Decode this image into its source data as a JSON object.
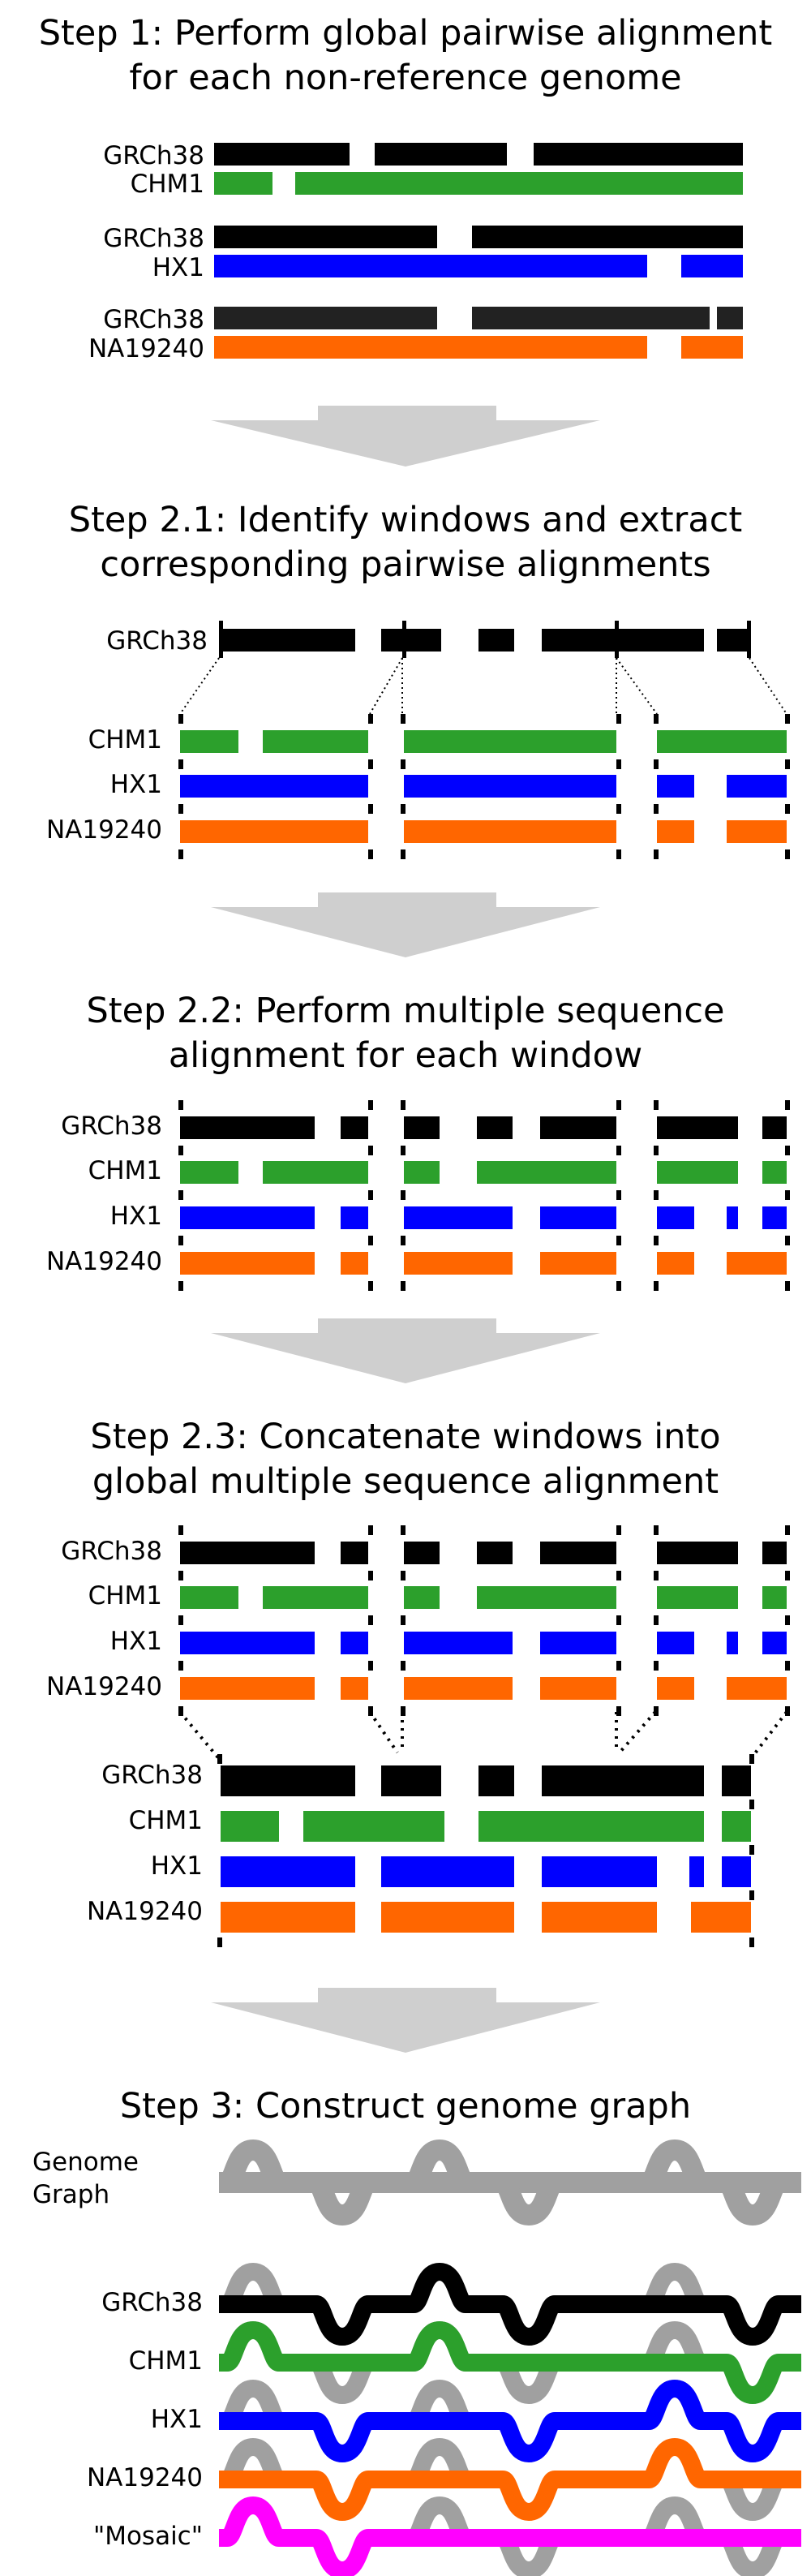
{
  "colors": {
    "GRCh38": "#000000",
    "CHM1": "#2ca02c",
    "HX1": "#0000ff",
    "NA19240": "#ff6600",
    "Mosaic": "#ff00ff",
    "graph": "#a0a0a0",
    "arrow": "#cfcfcf"
  },
  "step1": {
    "title_line1": "Step 1: Perform global pairwise alignment",
    "title_line2": "for each non-reference genome",
    "pairs": [
      {
        "ref": "GRCh38",
        "alt": "CHM1"
      },
      {
        "ref": "GRCh38",
        "alt": "HX1"
      },
      {
        "ref": "GRCh38",
        "alt": "NA19240"
      }
    ]
  },
  "step21": {
    "title_line1": "Step 2.1: Identify windows and extract",
    "title_line2": "corresponding pairwise alignments",
    "ref_label": "GRCh38",
    "labels": [
      "CHM1",
      "HX1",
      "NA19240"
    ]
  },
  "step22": {
    "title_line1": "Step 2.2: Perform multiple sequence",
    "title_line2": "alignment for each window",
    "labels": [
      "GRCh38",
      "CHM1",
      "HX1",
      "NA19240"
    ]
  },
  "step23": {
    "title_line1": "Step 2.3: Concatenate windows into",
    "title_line2": "global multiple sequence alignment",
    "labels": [
      "GRCh38",
      "CHM1",
      "HX1",
      "NA19240"
    ],
    "labels_global": [
      "GRCh38",
      "CHM1",
      "HX1",
      "NA19240"
    ]
  },
  "step3": {
    "title": "Step 3: Construct genome graph",
    "graph_label_line1": "Genome",
    "graph_label_line2": "Graph",
    "paths": [
      "GRCh38",
      "CHM1",
      "HX1",
      "NA19240",
      "\"Mosaic\""
    ]
  }
}
